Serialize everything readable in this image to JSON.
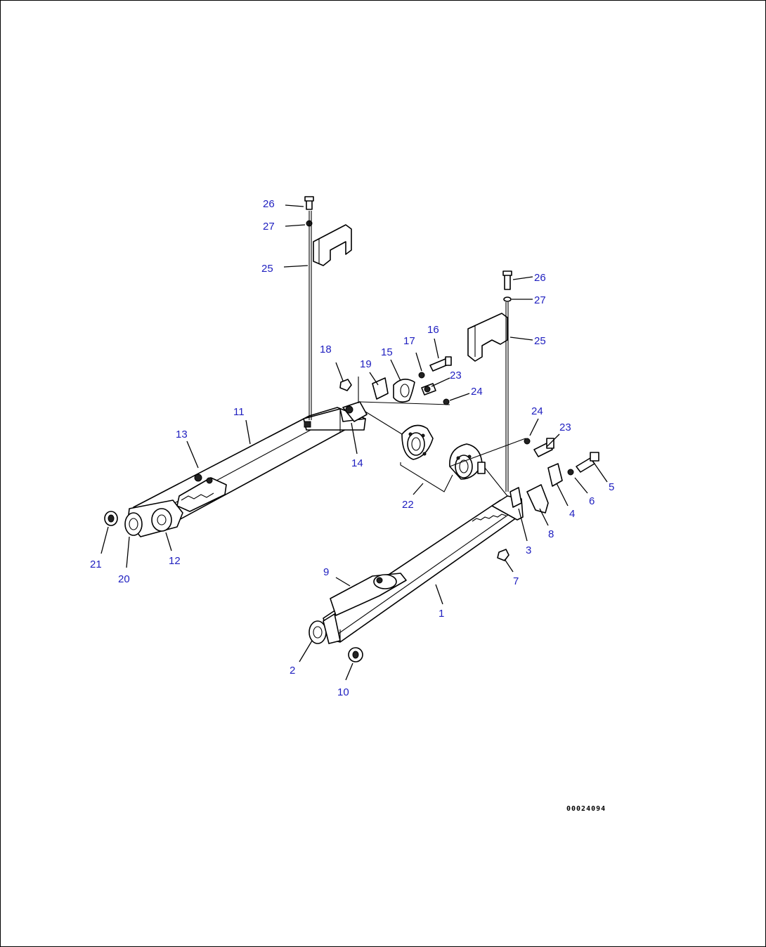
{
  "drawing": {
    "reference_code": "00024094",
    "label_color": "#2020c0",
    "line_color": "#000000",
    "callouts": [
      {
        "id": "c26a",
        "text": "26"
      },
      {
        "id": "c27a",
        "text": "27"
      },
      {
        "id": "c25a",
        "text": "25"
      },
      {
        "id": "c26b",
        "text": "26"
      },
      {
        "id": "c27b",
        "text": "27"
      },
      {
        "id": "c25b",
        "text": "25"
      },
      {
        "id": "c18",
        "text": "18"
      },
      {
        "id": "c19",
        "text": "19"
      },
      {
        "id": "c15",
        "text": "15"
      },
      {
        "id": "c17",
        "text": "17"
      },
      {
        "id": "c16",
        "text": "16"
      },
      {
        "id": "c23a",
        "text": "23"
      },
      {
        "id": "c24a",
        "text": "24"
      },
      {
        "id": "c11",
        "text": "11"
      },
      {
        "id": "c13",
        "text": "13"
      },
      {
        "id": "c14",
        "text": "14"
      },
      {
        "id": "c22",
        "text": "22"
      },
      {
        "id": "c24b",
        "text": "24"
      },
      {
        "id": "c23b",
        "text": "23"
      },
      {
        "id": "c5",
        "text": "5"
      },
      {
        "id": "c6",
        "text": "6"
      },
      {
        "id": "c4",
        "text": "4"
      },
      {
        "id": "c8",
        "text": "8"
      },
      {
        "id": "c3",
        "text": "3"
      },
      {
        "id": "c7",
        "text": "7"
      },
      {
        "id": "c21",
        "text": "21"
      },
      {
        "id": "c20",
        "text": "20"
      },
      {
        "id": "c12",
        "text": "12"
      },
      {
        "id": "c9",
        "text": "9"
      },
      {
        "id": "c1",
        "text": "1"
      },
      {
        "id": "c2",
        "text": "2"
      },
      {
        "id": "c10",
        "text": "10"
      }
    ]
  }
}
